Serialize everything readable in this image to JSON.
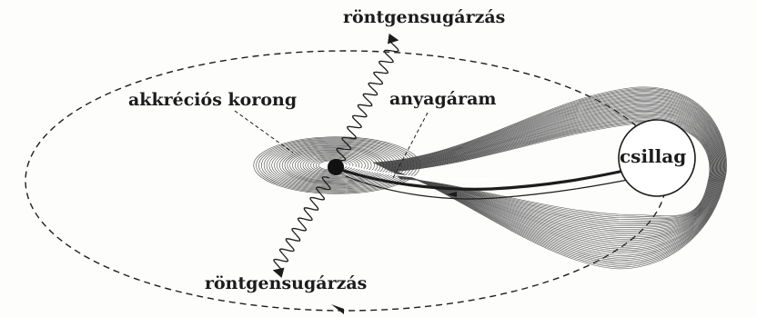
{
  "labels": {
    "xray_top": "röntgensugárzás",
    "accretion_disk": "akkréciós korong",
    "matter_stream": "anyagáram",
    "star": "csillag",
    "xray_bottom": "röntgensugárzás"
  },
  "colors": {
    "ink": "#1c1c1c",
    "paper": "#fdfdfc"
  }
}
